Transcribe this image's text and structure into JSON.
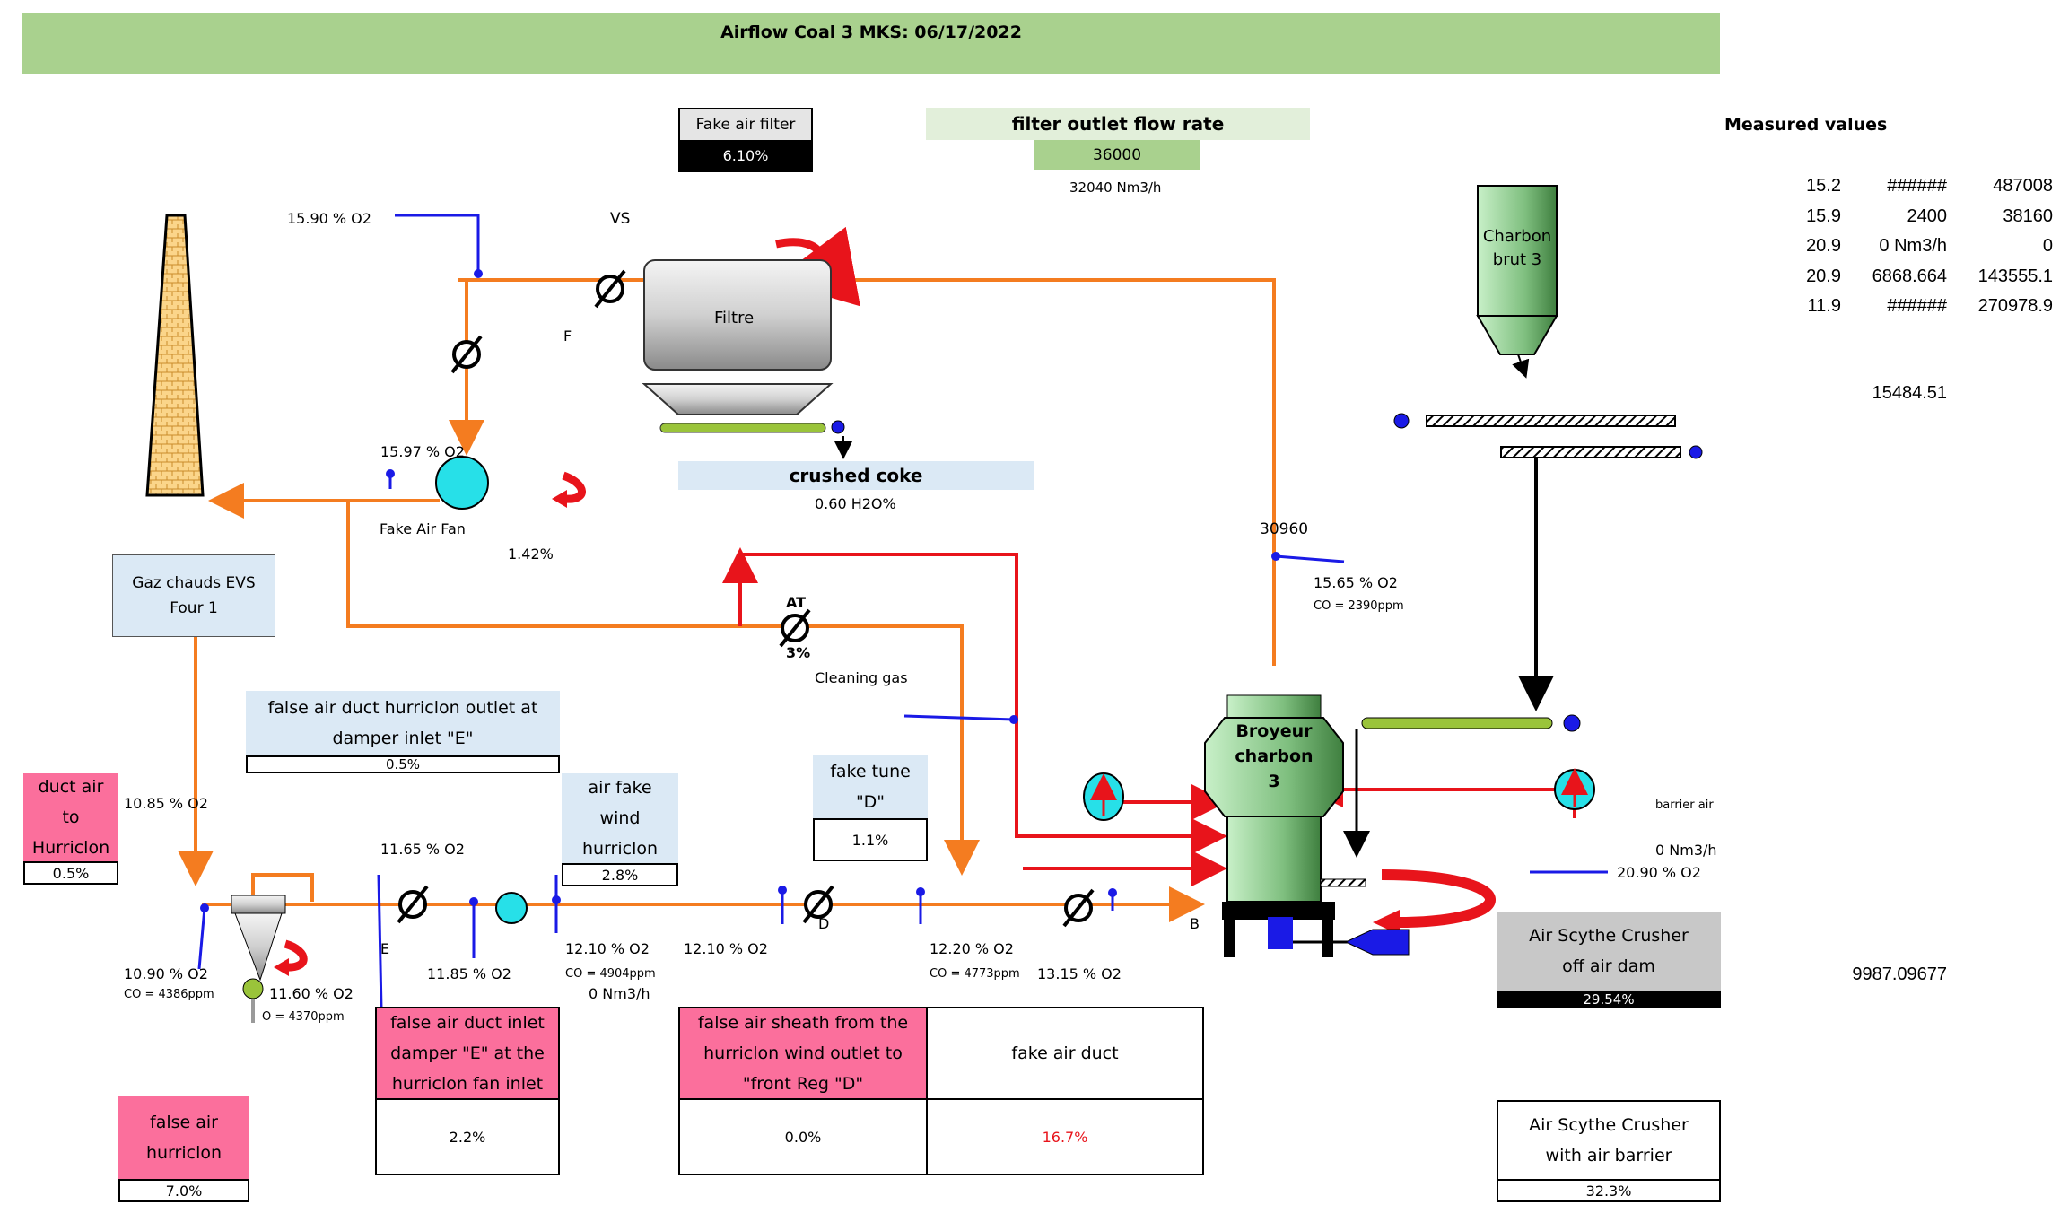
{
  "title": "Airflow Coal 3 MKS: 06/17/2022",
  "fake_air_filter": {
    "label": "Fake air filter",
    "value": "6.10%"
  },
  "filter_outlet": {
    "label": "filter outlet flow rate",
    "value": "36000",
    "flow": "32040 Nm3/h"
  },
  "measured": {
    "label": "Measured values",
    "rows": [
      [
        "15.2",
        "######",
        "487008"
      ],
      [
        "15.9",
        "2400",
        "38160"
      ],
      [
        "20.9",
        "0 Nm3/h",
        "0"
      ],
      [
        "20.9",
        "6868.664",
        "143555.1"
      ],
      [
        "11.9",
        "######",
        "270978.9"
      ]
    ],
    "extra1": "15484.51",
    "extra2": "9987.09677"
  },
  "labels": {
    "o2_top": "15.90 % O2",
    "vs": "VS",
    "f": "F",
    "filtre": "Filtre",
    "o2_fan": "15.97 % O2",
    "fake_air_fan": "Fake Air Fan",
    "pct_142": "1.42%",
    "crushed_coke": "crushed coke",
    "h2o": "0.60 H2O%",
    "flow_30960": "30960",
    "o2_1565": "15.65 % O2",
    "co_2390": "CO = 2390ppm",
    "charbon_brut": [
      "Charbon",
      "brut 3"
    ],
    "gaz_chauds": [
      "Gaz chauds EVS",
      "Four 1"
    ],
    "at": "AT",
    "at_pct": "3%",
    "cleaning_gas": "Cleaning gas",
    "broyeur": [
      "Broyeur",
      "charbon",
      "3"
    ],
    "barrier_air": "barrier air",
    "nm3_0": "0 Nm3/h",
    "o2_2090": "20.90 % O2",
    "o2_1085": "10.85 % O2",
    "o2_1165": "11.65 % O2",
    "o2_1090": "10.90 % O2",
    "co_4386": "CO = 4386ppm",
    "o2_1160": "11.60 % O2",
    "co_4370": "O = 4370ppm",
    "e": "E",
    "o2_1185": "11.85 % O2",
    "o2_1210a": "12.10 % O2",
    "co_4904": "CO = 4904ppm",
    "nm3_0b": "0 Nm3/h",
    "o2_1210b": "12.10 % O2",
    "d": "D",
    "o2_1220": "12.20 % O2",
    "co_4773": "CO = 4773ppm",
    "o2_1315": "13.15 % O2",
    "b": "B"
  },
  "boxes": {
    "false_air_duct_outlet": {
      "label": [
        "false air duct hurriclon outlet at",
        "damper inlet \"E\""
      ],
      "value": "0.5%"
    },
    "air_fake_wind": {
      "label": [
        "air fake",
        "wind",
        "hurriclon"
      ],
      "value": "2.8%"
    },
    "fake_tune": {
      "label": [
        "fake tune",
        "\"D\""
      ],
      "value": "1.1%"
    },
    "duct_air": {
      "label": [
        "duct air",
        "to",
        "Hurriclon"
      ],
      "value": "0.5%"
    },
    "false_air_inlet": {
      "label": [
        "false air duct inlet",
        "damper \"E\" at the",
        "hurriclon fan inlet"
      ],
      "value": "2.2%"
    },
    "false_air_sheath": {
      "label": [
        "false air sheath from the",
        "hurriclon wind outlet to",
        "\"front Reg \"D\""
      ],
      "value": "0.0%"
    },
    "fake_air_duct": {
      "label": "fake air duct",
      "value": "16.7%"
    },
    "false_air_hurriclon": {
      "label": [
        "false air",
        "hurriclon"
      ],
      "value": "7.0%"
    },
    "scythe_off": {
      "label": [
        "Air Scythe Crusher",
        "off air dam"
      ],
      "value": "29.54%"
    },
    "scythe_barrier": {
      "label": [
        "Air Scythe Crusher",
        "with air barrier"
      ],
      "value": "32.3%"
    }
  },
  "colors": {
    "orange": "#f47c20",
    "red": "#e8141b",
    "blue": "#1a1ae6",
    "lime": "#9ac43a",
    "cyan": "#27e0e8"
  }
}
